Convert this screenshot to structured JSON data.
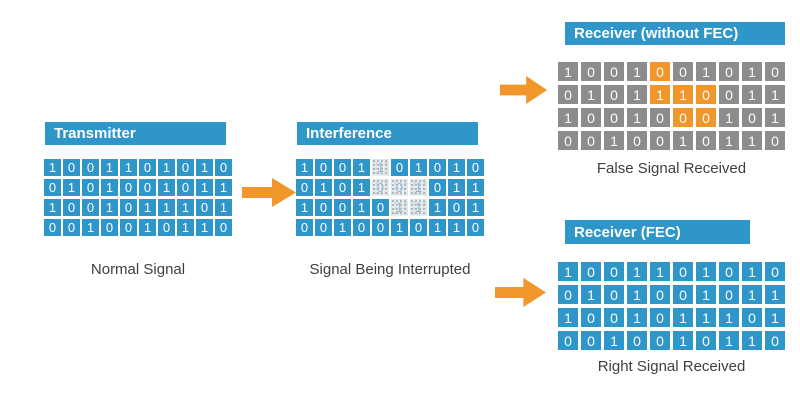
{
  "palette": {
    "blue": "#2e96c9",
    "grey": "#8c8c8c",
    "orange": "#f0962b",
    "caption_text": "#3f3f3f",
    "corrupt_cell_bg": "#dde2e6"
  },
  "sections": {
    "transmitter": {
      "header": "Transmitter",
      "caption": "Normal Signal",
      "rows": [
        [
          "1",
          "0",
          "0",
          "1",
          "1",
          "0",
          "1",
          "0",
          "1",
          "0"
        ],
        [
          "0",
          "1",
          "0",
          "1",
          "0",
          "0",
          "1",
          "0",
          "1",
          "1"
        ],
        [
          "1",
          "0",
          "0",
          "1",
          "0",
          "1",
          "1",
          "1",
          "0",
          "1"
        ],
        [
          "0",
          "0",
          "1",
          "0",
          "0",
          "1",
          "0",
          "1",
          "1",
          "0"
        ]
      ]
    },
    "interference": {
      "header": "Interference",
      "caption": "Signal Being Interrupted",
      "rows": [
        [
          "1",
          "0",
          "0",
          "1",
          "1",
          "0",
          "1",
          "0",
          "1",
          "0"
        ],
        [
          "0",
          "1",
          "0",
          "1",
          "0",
          "0",
          "1",
          "0",
          "1",
          "1"
        ],
        [
          "1",
          "0",
          "0",
          "1",
          "0",
          "1",
          "1",
          "1",
          "0",
          "1"
        ],
        [
          "0",
          "0",
          "1",
          "0",
          "0",
          "1",
          "0",
          "1",
          "1",
          "0"
        ]
      ],
      "corrupted": [
        [
          4
        ],
        [
          4,
          5,
          6
        ],
        [
          5,
          6
        ],
        []
      ]
    },
    "receiver_no_fec": {
      "header": "Receiver (without FEC)",
      "caption": "False Signal Received",
      "rows": [
        [
          "1",
          "0",
          "0",
          "1",
          "0",
          "0",
          "1",
          "0",
          "1",
          "0"
        ],
        [
          "0",
          "1",
          "0",
          "1",
          "1",
          "1",
          "0",
          "0",
          "1",
          "1"
        ],
        [
          "1",
          "0",
          "0",
          "1",
          "0",
          "0",
          "0",
          "1",
          "0",
          "1"
        ],
        [
          "0",
          "0",
          "1",
          "0",
          "0",
          "1",
          "0",
          "1",
          "1",
          "0"
        ]
      ],
      "flipped": [
        [
          4
        ],
        [
          4,
          5,
          6
        ],
        [
          5,
          6
        ],
        []
      ]
    },
    "receiver_fec": {
      "header": "Receiver (FEC)",
      "caption": "Right Signal Received",
      "rows": [
        [
          "1",
          "0",
          "0",
          "1",
          "1",
          "0",
          "1",
          "0",
          "1",
          "0"
        ],
        [
          "0",
          "1",
          "0",
          "1",
          "0",
          "0",
          "1",
          "0",
          "1",
          "1"
        ],
        [
          "1",
          "0",
          "0",
          "1",
          "0",
          "1",
          "1",
          "1",
          "0",
          "1"
        ],
        [
          "0",
          "0",
          "1",
          "0",
          "0",
          "1",
          "0",
          "1",
          "1",
          "0"
        ]
      ]
    }
  },
  "icons": {
    "arrow_1": "arrow-right-icon",
    "arrow_2": "arrow-right-icon",
    "arrow_3": "arrow-right-icon"
  }
}
